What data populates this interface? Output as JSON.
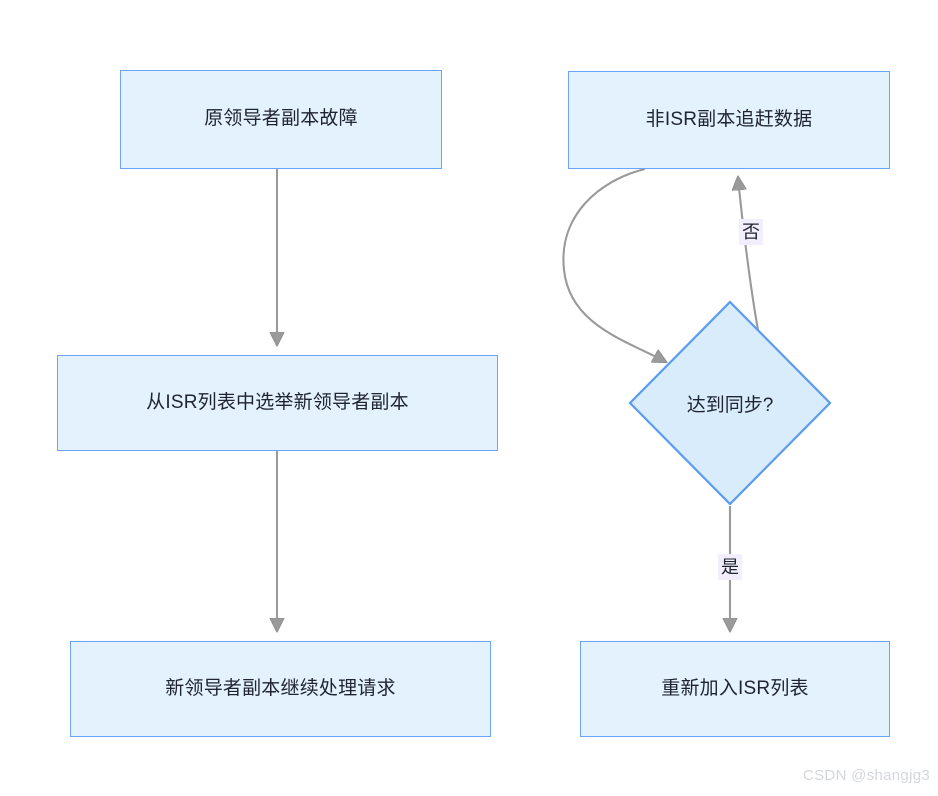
{
  "diagram": {
    "type": "flowchart",
    "background_color": "#ffffff",
    "node_fill_color": "#e3f2fd",
    "node_border_color": "#6ba4f8",
    "edge_color": "#999999",
    "edge_label_background": "#f3eefc",
    "text_color": "#1f2430",
    "nodes": [
      {
        "id": "n1",
        "shape": "rect",
        "label": "原领导者副本故障"
      },
      {
        "id": "n2",
        "shape": "rect",
        "label": "从ISR列表中选举新领导者副本"
      },
      {
        "id": "n3",
        "shape": "rect",
        "label": "新领导者副本继续处理请求"
      },
      {
        "id": "n4",
        "shape": "rect",
        "label": "非ISR副本追赶数据"
      },
      {
        "id": "n5",
        "shape": "diamond",
        "label": "达到同步?"
      },
      {
        "id": "n6",
        "shape": "rect",
        "label": "重新加入ISR列表"
      }
    ],
    "edges": [
      {
        "from": "n1",
        "to": "n2",
        "label": ""
      },
      {
        "from": "n2",
        "to": "n3",
        "label": ""
      },
      {
        "from": "n4",
        "to": "n5",
        "label": ""
      },
      {
        "from": "n5",
        "to": "n4",
        "label": "否"
      },
      {
        "from": "n5",
        "to": "n6",
        "label": "是"
      }
    ],
    "edge_labels": {
      "no": "否",
      "yes": "是"
    }
  },
  "watermark": {
    "text": "CSDN @shangjg3"
  }
}
